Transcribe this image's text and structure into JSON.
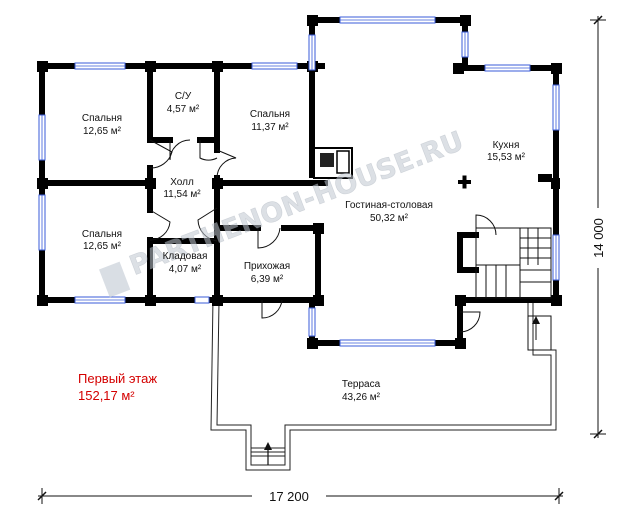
{
  "floor": {
    "title": "Первый этаж",
    "area": "152,17 м²"
  },
  "rooms": {
    "bedroom1": {
      "name": "Спальня",
      "area": "12,65 м²"
    },
    "bathroom": {
      "name": "С/У",
      "area": "4,57 м²"
    },
    "bedroom2": {
      "name": "Спальня",
      "area": "11,37 м²"
    },
    "kitchen": {
      "name": "Кухня",
      "area": "15,53 м²"
    },
    "hall": {
      "name": "Холл",
      "area": "11,54 м²"
    },
    "living": {
      "name": "Гостиная-столовая",
      "area": "50,32 м²"
    },
    "bedroom3": {
      "name": "Спальня",
      "area": "12,65 м²"
    },
    "storage": {
      "name": "Кладовая",
      "area": "4,07 м²"
    },
    "entry": {
      "name": "Прихожая",
      "area": "6,39 м²"
    },
    "terrace": {
      "name": "Терраса",
      "area": "43,26 м²"
    }
  },
  "dimensions": {
    "width": "17 200",
    "height": "14 000"
  },
  "watermark": "PARTHENON-HOUSE.RU",
  "colors": {
    "wall": "#000000",
    "window": "#3a5bd9",
    "floor_title": "#d40000",
    "watermark": "#bfc6cf"
  }
}
